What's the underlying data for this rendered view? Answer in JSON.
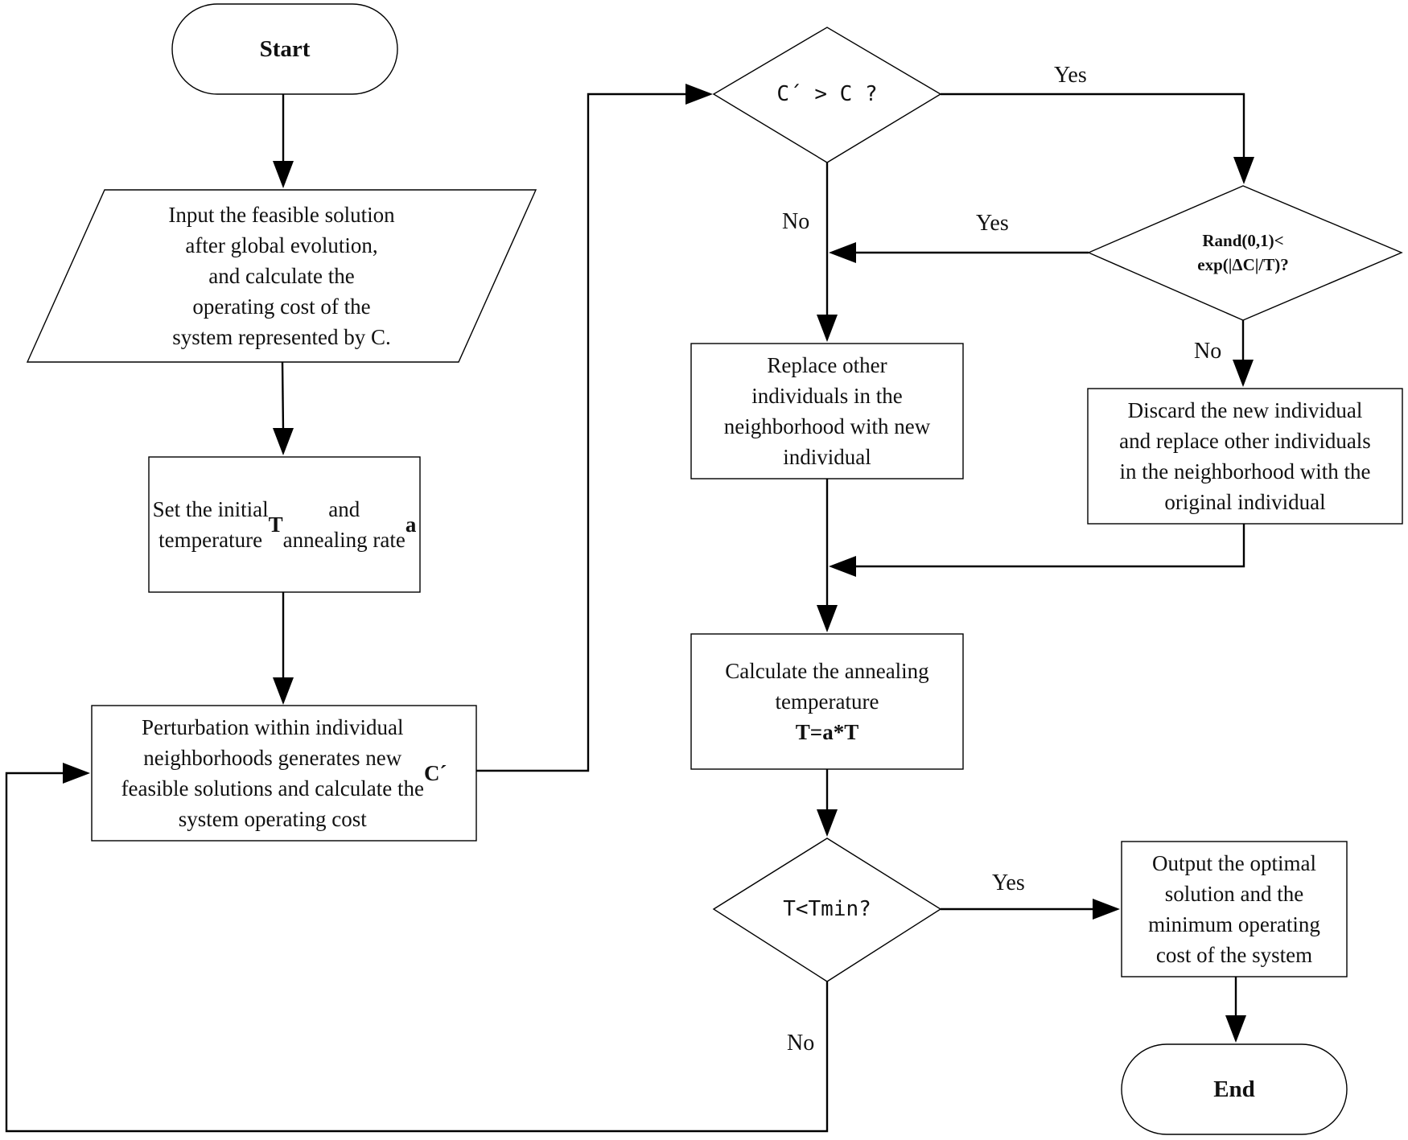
{
  "nodes": {
    "start": {
      "text": "Start"
    },
    "input": {
      "text": "Input the feasible solution\nafter global evolution,\nand calculate the\noperating cost of the\nsystem represented by C."
    },
    "init": {
      "text_1": "Set the initial\ntemperature ",
      "bold_1": "T",
      "text_2": " and\nannealing rate ",
      "bold_2": "a"
    },
    "perturb": {
      "text_1": "Perturbation within individual\nneighborhoods generates new\nfeasible solutions and calculate the\nsystem operating cost ",
      "bold_1": "C´"
    },
    "compare": {
      "text": "C´ > C ?"
    },
    "rand": {
      "text": "Rand(0,1)<\nexp(|ΔC|/T)?"
    },
    "replace_new": {
      "text": "Replace other\nindividuals in the\nneighborhood with new\nindividual"
    },
    "discard": {
      "text": "Discard the new individual\nand replace other individuals\nin the neighborhood with the\noriginal individual"
    },
    "anneal": {
      "text": "Calculate the annealing\ntemperature",
      "bold_1": "T=a*T"
    },
    "tmin": {
      "text": "T<Tmin?"
    },
    "output": {
      "text": "Output the optimal\nsolution and the\nminimum operating\ncost of the system"
    },
    "end": {
      "text": "End"
    }
  },
  "edge_labels": {
    "compare_yes": "Yes",
    "compare_no": "No",
    "rand_yes": "Yes",
    "rand_no": "No",
    "tmin_yes": "Yes",
    "tmin_no": "No"
  }
}
